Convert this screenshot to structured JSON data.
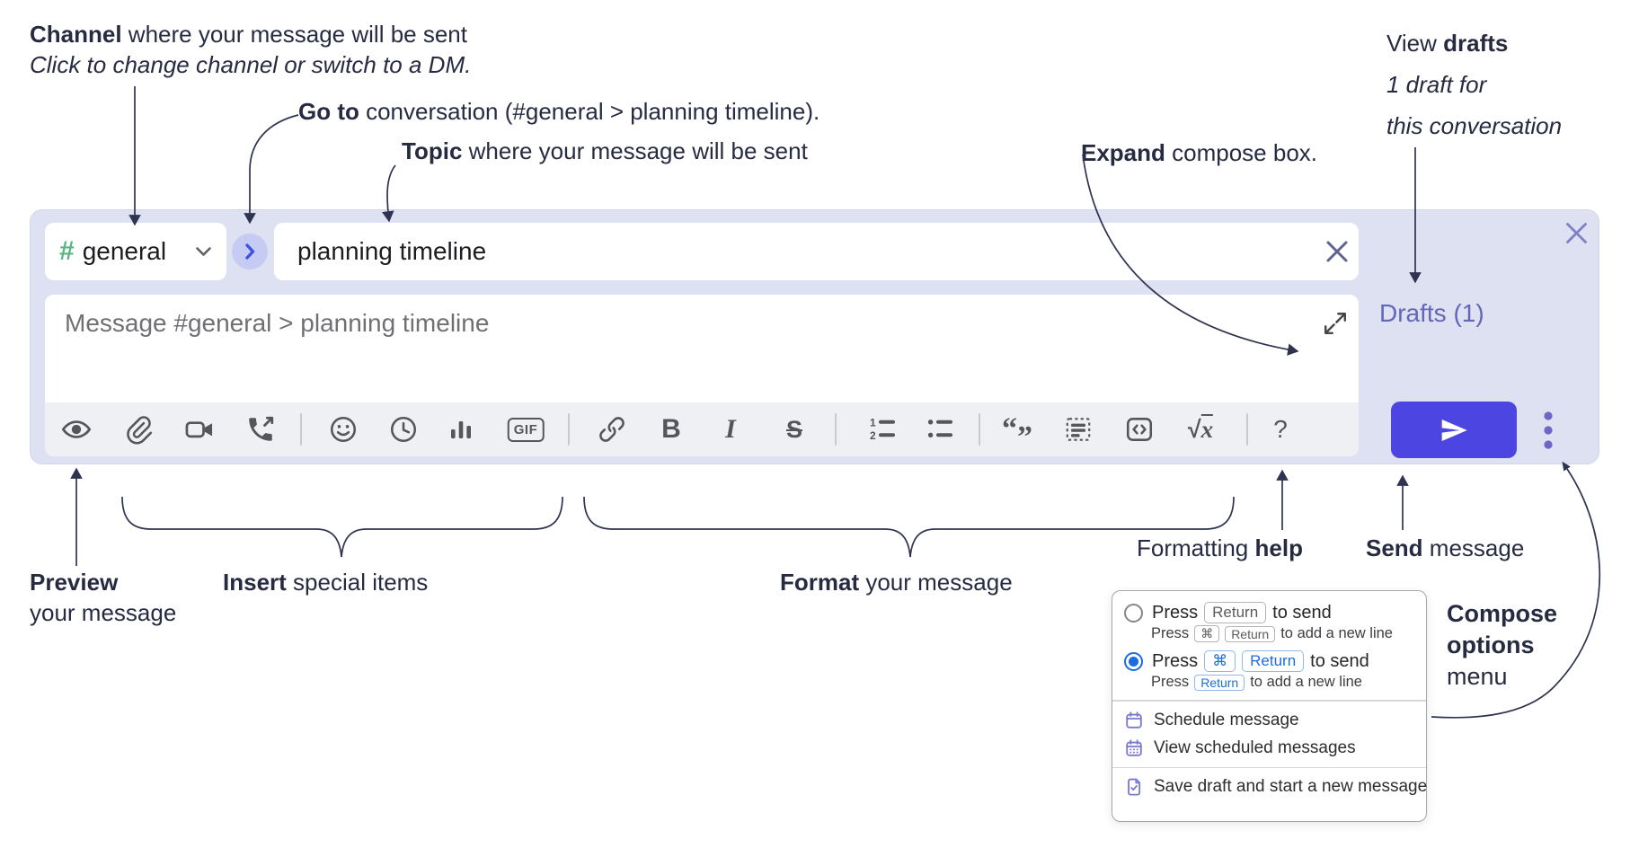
{
  "annotations": {
    "channel": {
      "bold": "Channel",
      "rest": " where your message will be sent",
      "line2": "Click to change channel or switch to a DM."
    },
    "goto": {
      "bold": "Go to",
      "rest": " conversation (#general > planning timeline)."
    },
    "topic": {
      "bold": "Topic",
      "rest": " where your message will be sent"
    },
    "expand": {
      "bold": "Expand",
      "rest": " compose box."
    },
    "view_drafts": {
      "pre": "View ",
      "bold": "drafts",
      "line2": "1 draft for",
      "line3": "this conversation"
    },
    "preview": {
      "bold": "Preview",
      "line2": "your message"
    },
    "insert": {
      "bold": "Insert",
      "rest": " special items"
    },
    "format": {
      "bold": "Format",
      "rest": " your message"
    },
    "formatting_help": {
      "pre": "Formatting ",
      "bold": "help"
    },
    "send": {
      "bold": "Send",
      "rest": " message"
    },
    "compose_options": {
      "line1": "Compose",
      "line2": "options",
      "line3": "menu"
    }
  },
  "composer": {
    "channel_hash": "#",
    "channel_name": "general",
    "topic_value": "planning timeline",
    "message_placeholder": "Message #general > planning timeline",
    "drafts_link": "Drafts (1)",
    "toolbar_labels": {
      "gif": "GIF",
      "bold": "B",
      "italic": "I",
      "strike": "S",
      "sqrt_radical": "√",
      "sqrt_x": "x",
      "help": "?",
      "quote_open": "“",
      "quote_close": "”",
      "ol_1": "1",
      "ol_2": "2"
    },
    "icon_names": [
      "preview-eye",
      "attach-paperclip",
      "video-camera",
      "phone-call",
      "emoji-smiley",
      "clock",
      "poll-bar-chart",
      "gif",
      "link",
      "bold",
      "italic",
      "strikethrough",
      "ordered-list",
      "bulleted-list",
      "blockquote",
      "code-block",
      "code",
      "equation",
      "help",
      "send-plane",
      "kebab-menu",
      "expand-diagonal",
      "close-x",
      "clear-x",
      "chevron-down",
      "go-to-chevron"
    ]
  },
  "popup": {
    "option_return": {
      "pre": "Press",
      "key": "Return",
      "post": "to send",
      "sub_pre": "Press",
      "sub_key1": "⌘",
      "sub_key2": "Return",
      "sub_post": "to add a new line"
    },
    "option_cmd_return": {
      "pre": "Press",
      "key1": "⌘",
      "key2": "Return",
      "post": "to send",
      "sub_pre": "Press",
      "sub_key": "Return",
      "sub_post": "to add a new line"
    },
    "items": [
      {
        "label": "Schedule message",
        "icon": "calendar"
      },
      {
        "label": "View scheduled messages",
        "icon": "calendar-dots"
      },
      {
        "label": "Save draft and start a new message",
        "icon": "document-check"
      }
    ]
  },
  "colors": {
    "compose_bg": "#dee1f1",
    "send_button": "#4c45e1",
    "drafts_link": "#6366ba",
    "menu_icon_purple": "#7b78d1",
    "key_blue": "#1c6fd9",
    "hash_green": "#58b481",
    "annotation_ink": "#262b41"
  }
}
